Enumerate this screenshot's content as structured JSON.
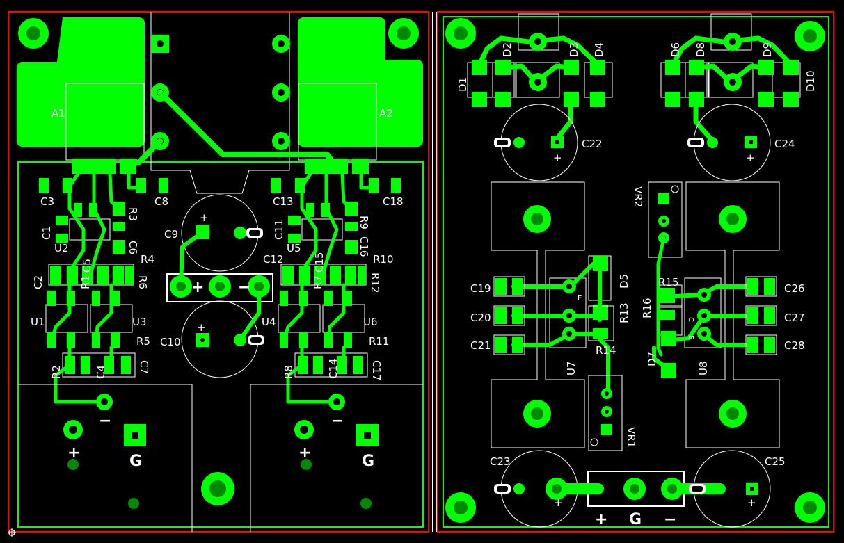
{
  "colors": {
    "background": "#000000",
    "copper": "#00ff00",
    "silkscreen": "#ffffff",
    "board_outline": "#ff0000",
    "pad_hole": "#000000",
    "dark_via": "#008800"
  },
  "icons": {
    "origin_marker": "origin-crosshair-icon",
    "trimmer_adjust": "trimmer-slot-icon"
  },
  "left_board": {
    "modules": {
      "a1": "A1",
      "a2": "A2"
    },
    "capacitors": {
      "c1": "C1",
      "c2": "C2",
      "c3": "C3",
      "c4": "C4",
      "c5": "C5",
      "c6": "C6",
      "c7": "C7",
      "c8": "C8",
      "c9": "C9",
      "c10": "C10",
      "c11": "C11",
      "c12": "C12",
      "c13": "C13",
      "c14": "C14",
      "c15": "C15",
      "c16": "C16",
      "c17": "C17",
      "c18": "C18"
    },
    "resistors": {
      "r1": "R1",
      "r2": "R2",
      "r3": "R3",
      "r4": "R4",
      "r5": "R5",
      "r6": "R6",
      "r7": "R7",
      "r8": "R8",
      "r9": "R9",
      "r10": "R10",
      "r11": "R11",
      "r12": "R12"
    },
    "ics": {
      "u1": "U1",
      "u2": "U2",
      "u3": "U3",
      "u4": "U4",
      "u5": "U5",
      "u6": "U6"
    },
    "power_terminal": {
      "plus": "+",
      "minus": "−"
    },
    "output_left": {
      "minus": "−",
      "plus": "+",
      "ground": "G"
    },
    "output_right": {
      "minus": "−",
      "plus": "+",
      "ground": "G"
    }
  },
  "right_board": {
    "diodes": {
      "d1": "D1",
      "d2": "D2",
      "d3": "D3",
      "d4": "D4",
      "d5": "D5",
      "d6": "D6",
      "d7": "D7",
      "d8": "D8",
      "d9": "D9",
      "d10": "D10"
    },
    "capacitors": {
      "c19": "C19",
      "c20": "C20",
      "c21": "C21",
      "c22": "C22",
      "c23": "C23",
      "c24": "C24",
      "c25": "C25",
      "c26": "C26",
      "c27": "C27",
      "c28": "C28"
    },
    "resistors": {
      "r13": "R13",
      "r14": "R14",
      "r15": "R15",
      "r16": "R16"
    },
    "trimmers": {
      "vr1": "VR1",
      "vr2": "VR2"
    },
    "regulators": {
      "u7": "U7",
      "u8": "U8"
    },
    "reg_pin_marks": {
      "u7_e": "E",
      "u8_e": "E",
      "u8_c": "C"
    },
    "polarity_plus": "+",
    "output_terminal": {
      "plus": "+",
      "ground": "G",
      "minus": "−"
    }
  }
}
